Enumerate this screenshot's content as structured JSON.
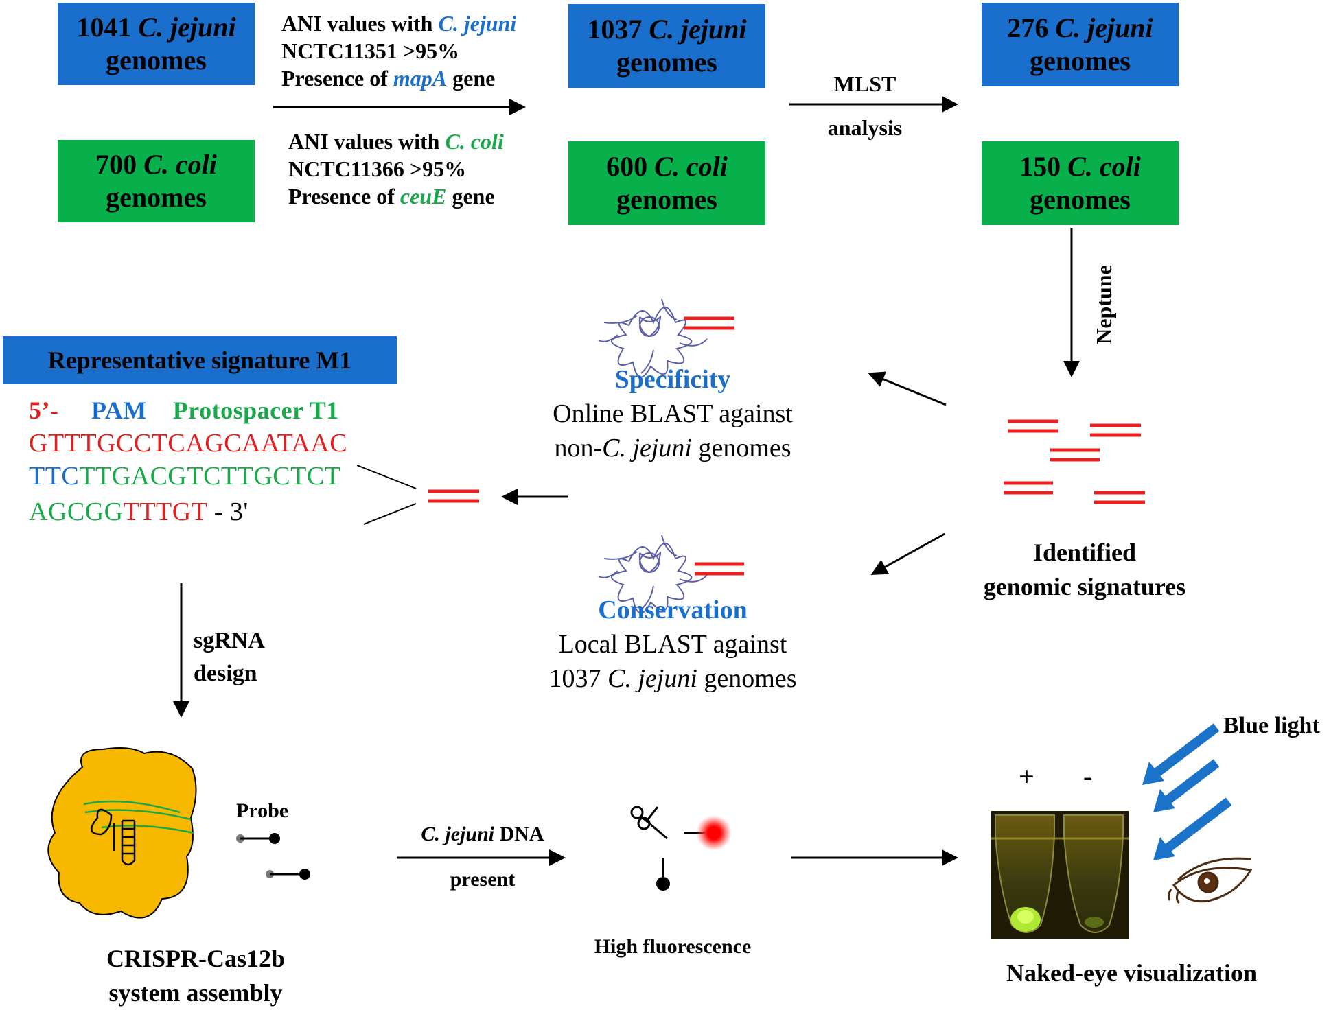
{
  "colors": {
    "blue_box": "#1a6fcc",
    "green_box": "#07b04b",
    "signature_red": "#e82020",
    "accent_blue": "#1a6fcc",
    "accent_green": "#1aa84b"
  },
  "boxes": {
    "jejuni_start": {
      "num": "1041",
      "species": "C. jejuni",
      "word": "genomes"
    },
    "coli_start": {
      "num": "700",
      "species": "C. coli",
      "word": "genomes"
    },
    "jejuni_ani": {
      "num": "1037",
      "species": "C. jejuni",
      "word": "genomes"
    },
    "coli_ani": {
      "num": "600",
      "species": "C. coli",
      "word": "genomes"
    },
    "jejuni_mlst": {
      "num": "276",
      "species": "C. jejuni",
      "word": "genomes"
    },
    "coli_mlst": {
      "num": "150",
      "species": "C. coli",
      "word": "genomes"
    }
  },
  "ani_jejuni": {
    "l1_pre": "ANI values with ",
    "l1_species": "C. jejuni",
    "l2": "NCTC11351 >95%",
    "l3_pre": "Presence of ",
    "l3_gene": "mapA",
    "l3_post": " gene"
  },
  "ani_coli": {
    "l1_pre": "ANI values with ",
    "l1_species": "C. coli",
    "l2": "NCTC11366 >95%",
    "l3_pre": "Presence of ",
    "l3_gene": "ceuE",
    "l3_post": " gene"
  },
  "mlst": {
    "top": "MLST",
    "bottom": "analysis"
  },
  "neptune": "Neptune",
  "identified": {
    "l1": "Identified",
    "l2": "genomic signatures"
  },
  "specificity": {
    "title": "Specificity",
    "l1": "Online BLAST against",
    "l2_pre": "non-",
    "l2_species": "C. jejuni",
    "l2_post": " genomes"
  },
  "conservation": {
    "title": "Conservation",
    "l1": "Local BLAST against",
    "l2_pre": "1037 ",
    "l2_species": "C. jejuni",
    "l2_post": " genomes"
  },
  "signature": {
    "header": "Representative signature M1",
    "legend_5p": "5’-",
    "legend_pam": "PAM",
    "legend_proto": "Protospacer T1",
    "line1": "GTTTGCCTCAGCAATAAC",
    "line2_blue": "TTC",
    "line2_green": "TTGACGTCTTGCTCT",
    "line3_green": "AGCGG",
    "line3_red": "TTTGT",
    "line3_end": " - 3'"
  },
  "sgrna": {
    "l1": "sgRNA",
    "l2": "design"
  },
  "crispr": {
    "l1": "CRISPR-Cas12b",
    "l2": "system assembly"
  },
  "probe": "Probe",
  "dna_present": {
    "species": "C. jejuni",
    "rest": " DNA",
    "l2": "present"
  },
  "high_fluorescence": "High fluorescence",
  "blue_light": "Blue light",
  "plus": "+",
  "minus": "-",
  "naked_eye": "Naked-eye visualization"
}
